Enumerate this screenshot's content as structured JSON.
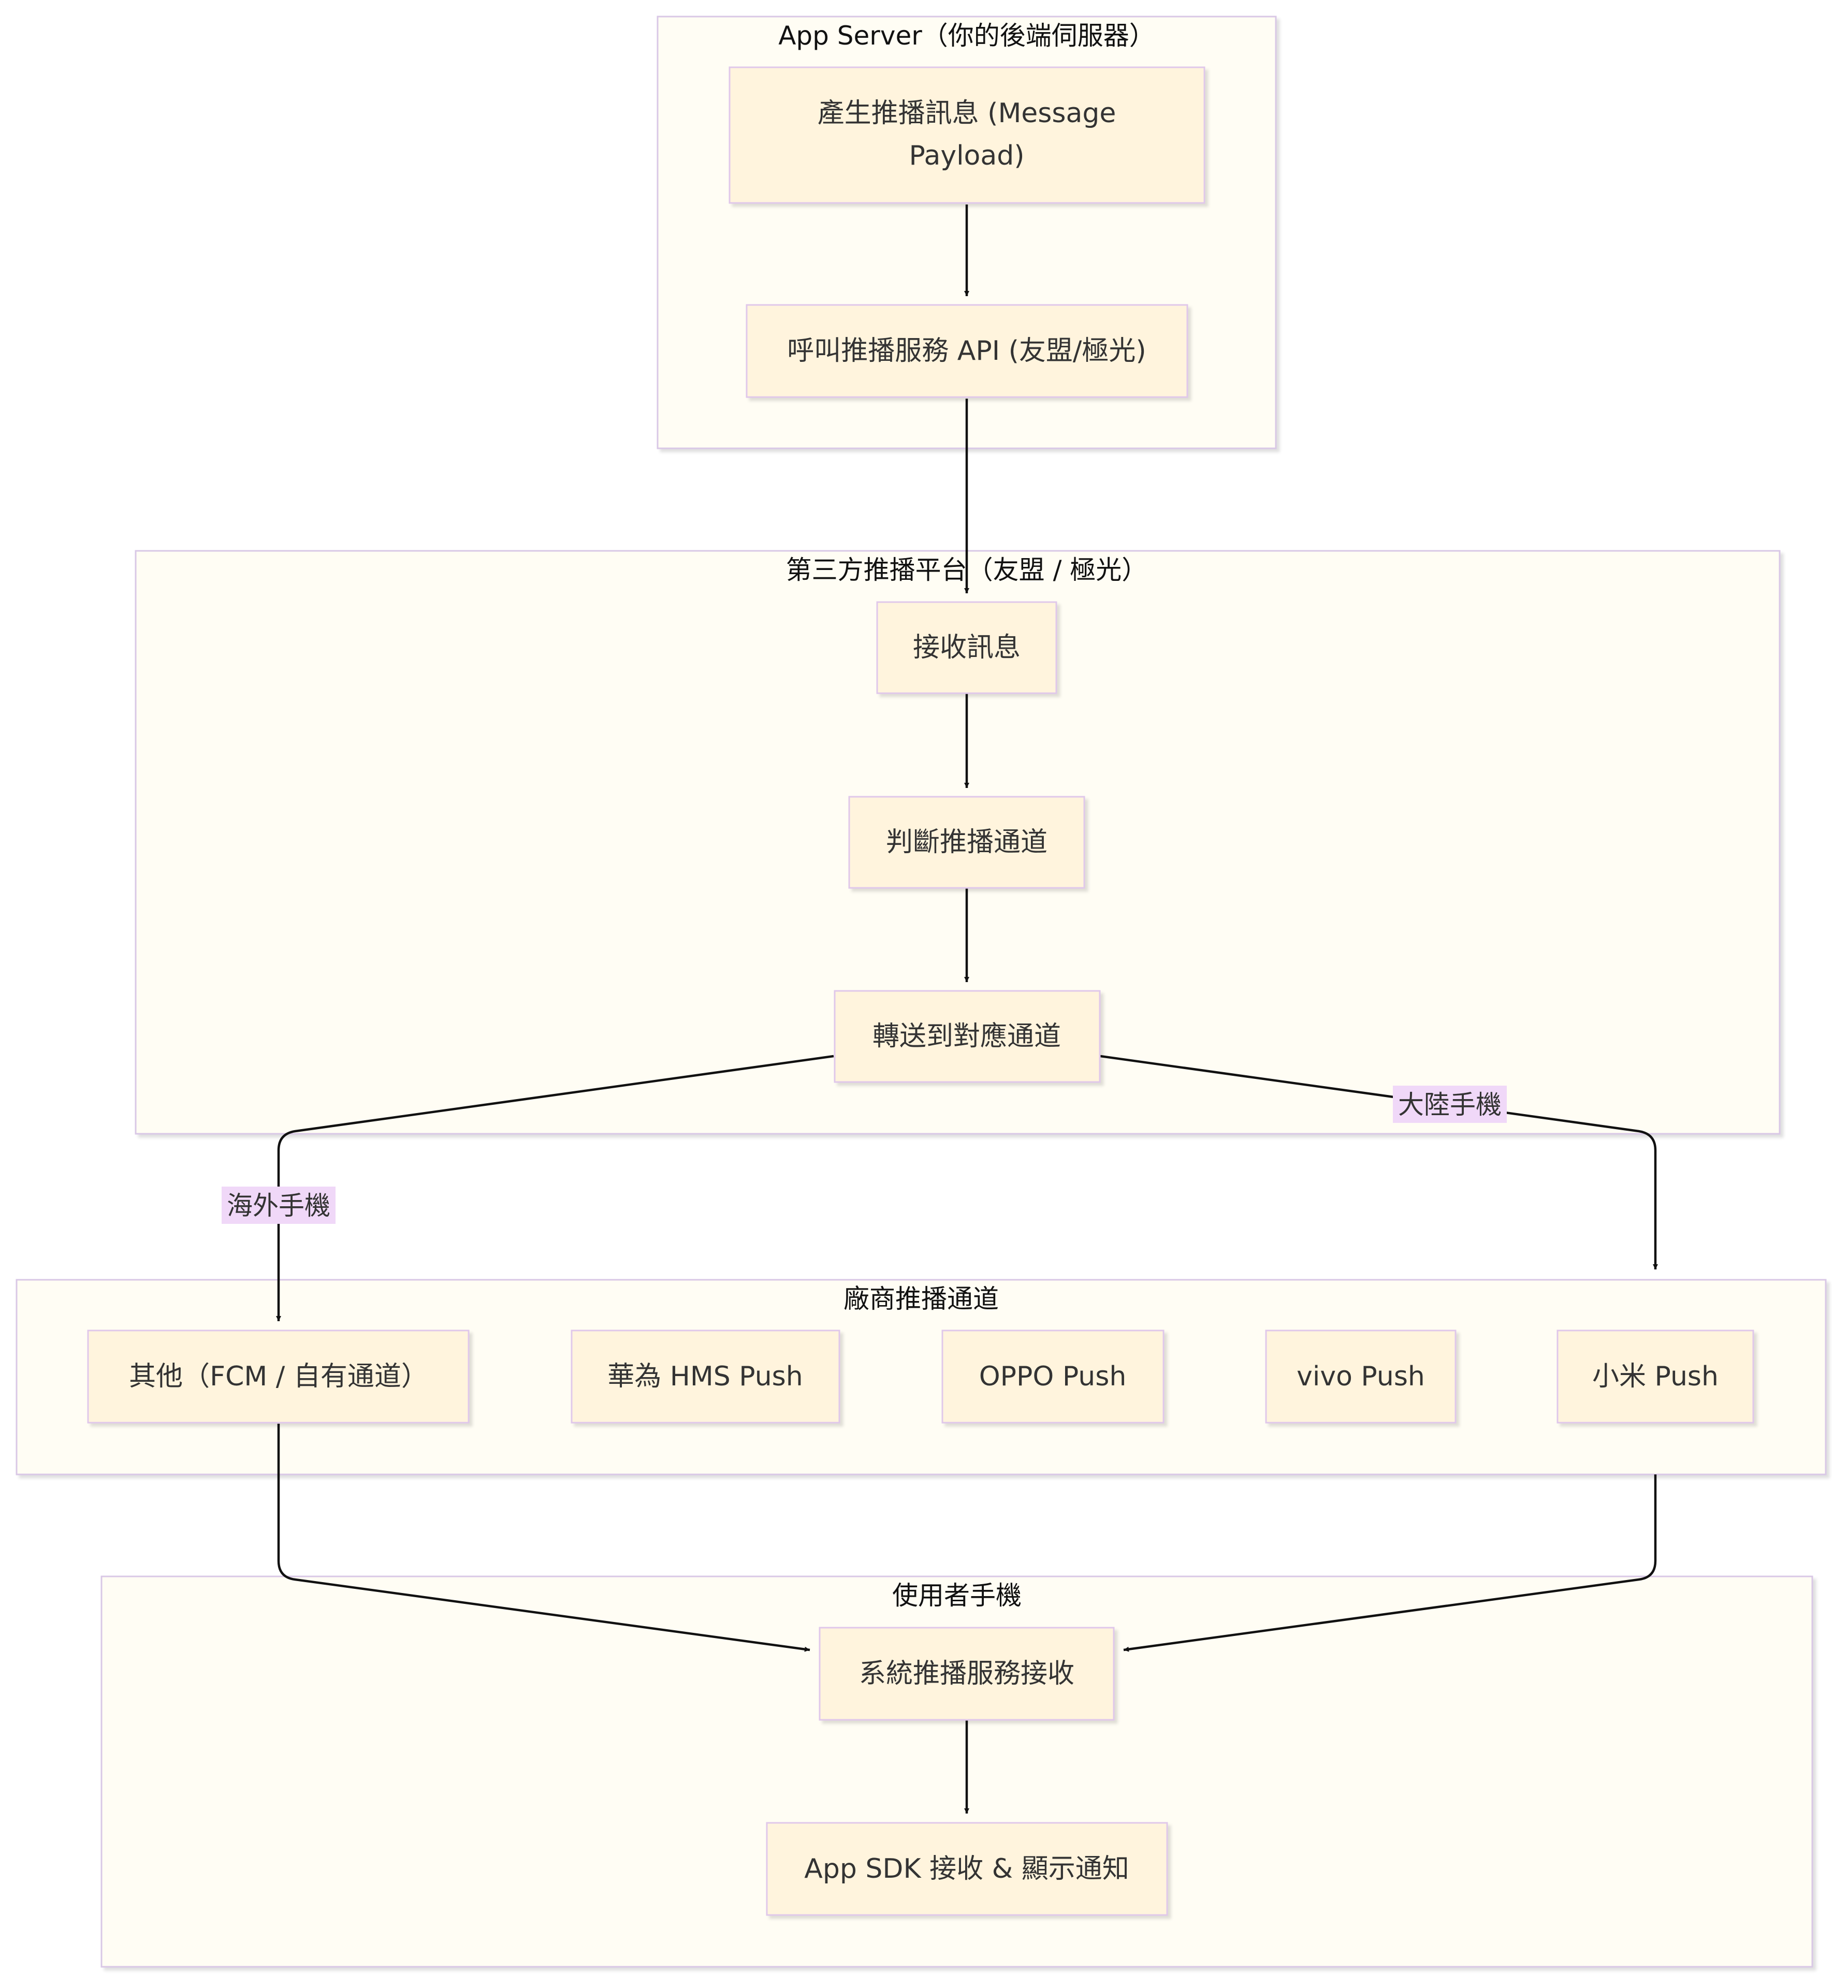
{
  "clusters": {
    "app_server": "App Server（你的後端伺服器）",
    "platform": "第三方推播平台（友盟 / 極光）",
    "vendor": "廠商推播通道",
    "user": "使用者手機"
  },
  "nodes": {
    "generate_line1": "產生推播訊息 (Message",
    "generate_line2": "Payload)",
    "call_api": "呼叫推播服務 API (友盟/極光)",
    "receive": "接收訊息",
    "judge": "判斷推播通道",
    "forward": "轉送到對應通道",
    "other": "其他（FCM / 自有通道）",
    "huawei": "華為 HMS Push",
    "oppo": "OPPO Push",
    "vivo": "vivo Push",
    "xiaomi": "小米 Push",
    "system_receive": "系統推播服務接收",
    "sdk_display": "App SDK 接收 & 顯示通知"
  },
  "edge_labels": {
    "overseas": "海外手機",
    "mainland": "大陸手機"
  },
  "colors": {
    "cluster_fill": "#fffdf4",
    "cluster_stroke": "#d9c8e6",
    "node_fill": "#fff4dd",
    "node_stroke": "#e0c8ea",
    "edge_label_bg": "#f0d8f8",
    "arrow": "#111111"
  }
}
